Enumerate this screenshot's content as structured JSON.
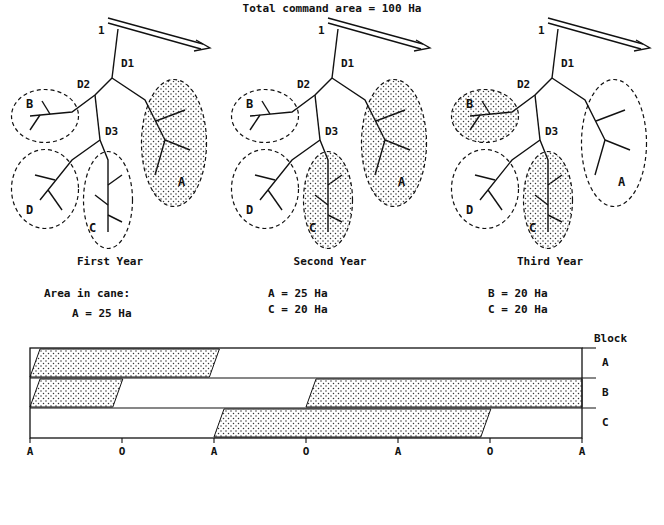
{
  "diagram": {
    "title": "Total command area = 100 Ha",
    "nodes": [
      {
        "text": [
          "B"
        ]
      },
      {
        "text": [
          "D"
        ]
      },
      {
        "text": [
          "C"
        ]
      },
      {
        "text": [
          "A"
        ]
      },
      {
        "text": [
          "B"
        ]
      },
      {
        "text": [
          "D"
        ]
      },
      {
        "text": [
          "C"
        ]
      },
      {
        "text": [
          "A"
        ]
      },
      {
        "text": [
          "B"
        ]
      },
      {
        "text": [
          "D"
        ]
      },
      {
        "text": [
          "C"
        ]
      },
      {
        "text": [
          "A"
        ]
      }
    ],
    "labels": [
      "1",
      "D1",
      "D2",
      "D3",
      "1",
      "D1",
      "D2",
      "D3",
      "1",
      "D1",
      "D2",
      "D3",
      "First Year",
      "Second Year",
      "Third Year",
      "Area in cane:",
      "A = 25 Ha",
      "A = 25 Ha",
      "C = 20 Ha",
      "B = 20 Ha",
      "C = 20 Ha",
      "Block",
      "A",
      "B",
      "C",
      "A",
      "O",
      "A",
      "O",
      "A",
      "O",
      "A"
    ]
  }
}
